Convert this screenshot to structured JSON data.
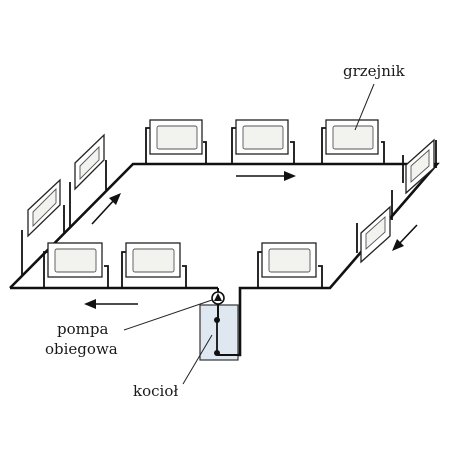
{
  "labels": {
    "radiator": "grzejnik",
    "pump_line1": "pompa",
    "pump_line2": "obiegowa",
    "boiler": "kocioł"
  },
  "colors": {
    "pipe": "#111111",
    "boiler_fill": "#dfe7f1",
    "radiator_face": "#f2f2ef"
  },
  "flow_direction_icons": [
    "arrow-right-icon",
    "arrow-left-icon",
    "arrow-up-right-icon",
    "arrow-down-left-icon"
  ]
}
